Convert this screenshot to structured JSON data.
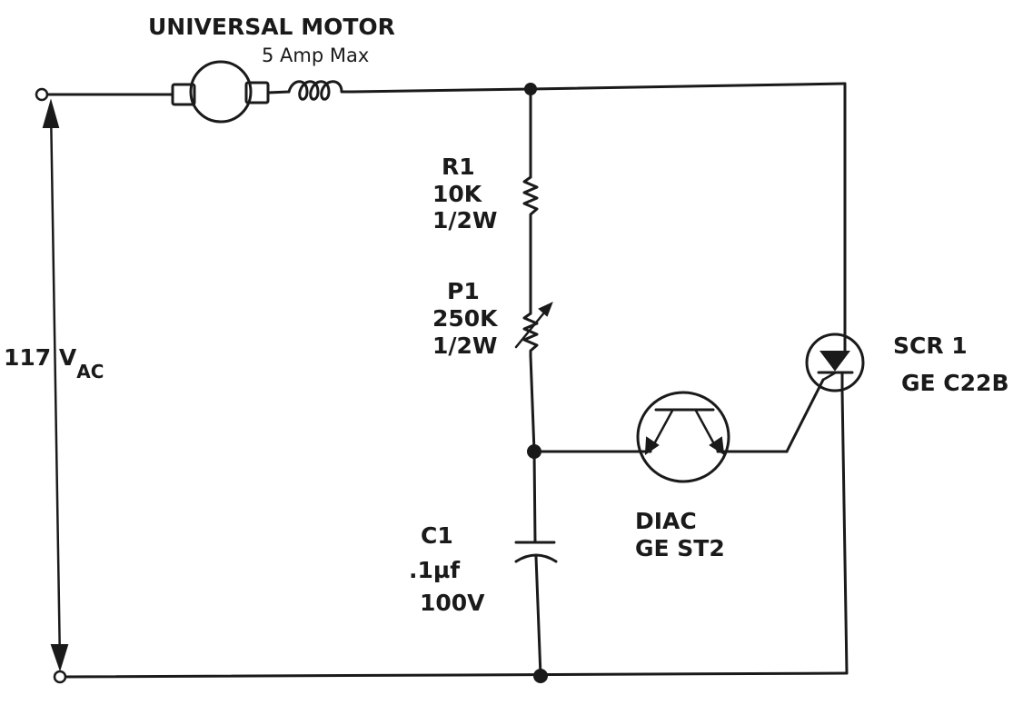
{
  "motor": {
    "title": "UNIVERSAL MOTOR",
    "rating": "5 Amp Max"
  },
  "supply": {
    "voltage": "117 V",
    "subscript": "AC"
  },
  "r1": {
    "name": "R1",
    "value": "10K",
    "power": "1/2W"
  },
  "p1": {
    "name": "P1",
    "value": "250K",
    "power": "1/2W"
  },
  "c1": {
    "name": "C1",
    "value": ".1µf",
    "voltage": "100V"
  },
  "diac": {
    "name": "DIAC",
    "part": "GE ST2"
  },
  "scr": {
    "name": "SCR 1",
    "part": "GE C22B"
  },
  "ink_color": "#1a1a1a"
}
